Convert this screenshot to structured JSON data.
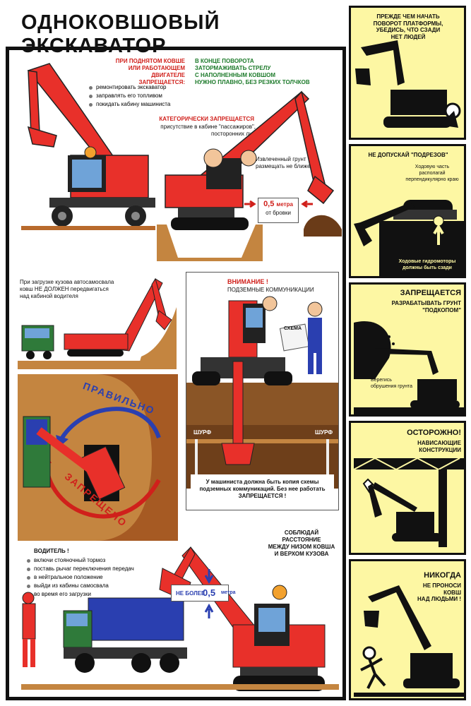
{
  "title": "ОДНОКОВШОВЫЙ ЭКСКАВАТОР",
  "sec1": {
    "heading": [
      "ПРИ ПОДНЯТОМ КОВШЕ",
      "ИЛИ РАБОТАЮЩЕМ ДВИГАТЕЛЕ",
      "ЗАПРЕЩАЕТСЯ:"
    ],
    "items": [
      "ремонтировать экскаватор",
      "заправлять его топливом",
      "покидать кабину машиниста"
    ],
    "turn": [
      "В КОНЦЕ ПОВОРОТА",
      "ЗАТОРМАЖИВАТЬ СТРЕЛУ",
      "С НАПОЛНЕННЫМ КОВШОМ",
      "НУЖНО ПЛАВНО, БЕЗ РЕЗКИХ ТОЛЧКОВ"
    ],
    "cat_heading": "КАТЕГОРИЧЕСКИ ЗАПРЕЩАЕТСЯ",
    "cat_text": [
      "присутствие в кабине \"пассажиров\",",
      "посторонних лиц"
    ],
    "soil_text": [
      "Извлеченный грунт",
      "размещать не ближе"
    ],
    "dist_value": "0,5",
    "dist_unit": "метра",
    "dist_suffix": "от бровки"
  },
  "sec2": {
    "text": [
      "При загрузке кузова автосамосвала",
      "ковш НЕ ДОЛЖЕН передвигаться",
      "над кабиной водителя"
    ]
  },
  "sec3": {
    "correct": "ПРАВИЛЬНО",
    "forbidden": "ЗАПРЕЩЕНО"
  },
  "sec4": {
    "attention": "ВНИМАНИЕ !",
    "subtitle": "ПОДЗЕМНЫЕ КОММУНИКАЦИИ",
    "scheme_label": "СХЕМА",
    "pit_left": "ШУРФ",
    "pit_right": "ШУРФ",
    "note": [
      "У машиниста должна быть копия схемы",
      "подземных коммуникаций. Без нее работать"
    ],
    "note_forbidden": "ЗАПРЕЩАЕТСЯ !"
  },
  "sec5": {
    "driver_heading": "ВОДИТЕЛЬ !",
    "items": [
      "включи стояночный тормоз",
      "поставь рычаг переключения передач",
      "в нейтральное  положение",
      "выйди из кабины самосвала",
      "во время его загрузки"
    ],
    "keep": [
      "СОБЛЮДАЙ",
      "РАССТОЯНИЕ",
      "МЕЖДУ НИЗОМ КОВША",
      "И ВЕРХОМ КУЗОВА"
    ],
    "max_label": "НЕ БОЛЕЕ",
    "max_value": "0,5",
    "max_unit": "метра"
  },
  "sidebar": [
    {
      "lines": [
        "ПРЕЖДЕ ЧЕМ НАЧАТЬ",
        "ПОВОРОТ ПЛАТФОРМЫ,",
        "УБЕДИСЬ, ЧТО СЗАДИ",
        "НЕТ ЛЮДЕЙ"
      ]
    },
    {
      "lines": [
        "НЕ ДОПУСКАЙ \"ПОДРЕЗОВ\""
      ],
      "sub": [
        "Ходовую часть",
        "располагай",
        "перпендикулярно краю"
      ],
      "bottom": [
        "Ходовые гидромоторы",
        "должны быть сзади"
      ]
    },
    {
      "lines": [
        "ЗАПРЕЩАЕТСЯ"
      ],
      "sub": [
        "РАЗРАБАТЫВАТЬ ГРУНТ",
        "\"ПОДКОПОМ\""
      ],
      "bottom": [
        "Берегись",
        "обрушения грунта"
      ]
    },
    {
      "lines": [
        "ОСТОРОЖНО!"
      ],
      "sub": [
        "НАВИСАЮЩИЕ",
        "КОНСТРУКЦИИ"
      ]
    },
    {
      "lines": [
        "НИКОГДА"
      ],
      "sub": [
        "НЕ ПРОНОСИ",
        "КОВШ",
        "НАД ЛЮДЬМИ !"
      ]
    }
  ],
  "colors": {
    "excavator": "#e8302a",
    "sidebar_bg": "#fdf7a3",
    "brown": "#b86a2c",
    "truck_body": "#2a3fb0",
    "truck_cab": "#2f7a3a",
    "heading_red": "#d0201b",
    "heading_green": "#1c7a2a"
  }
}
